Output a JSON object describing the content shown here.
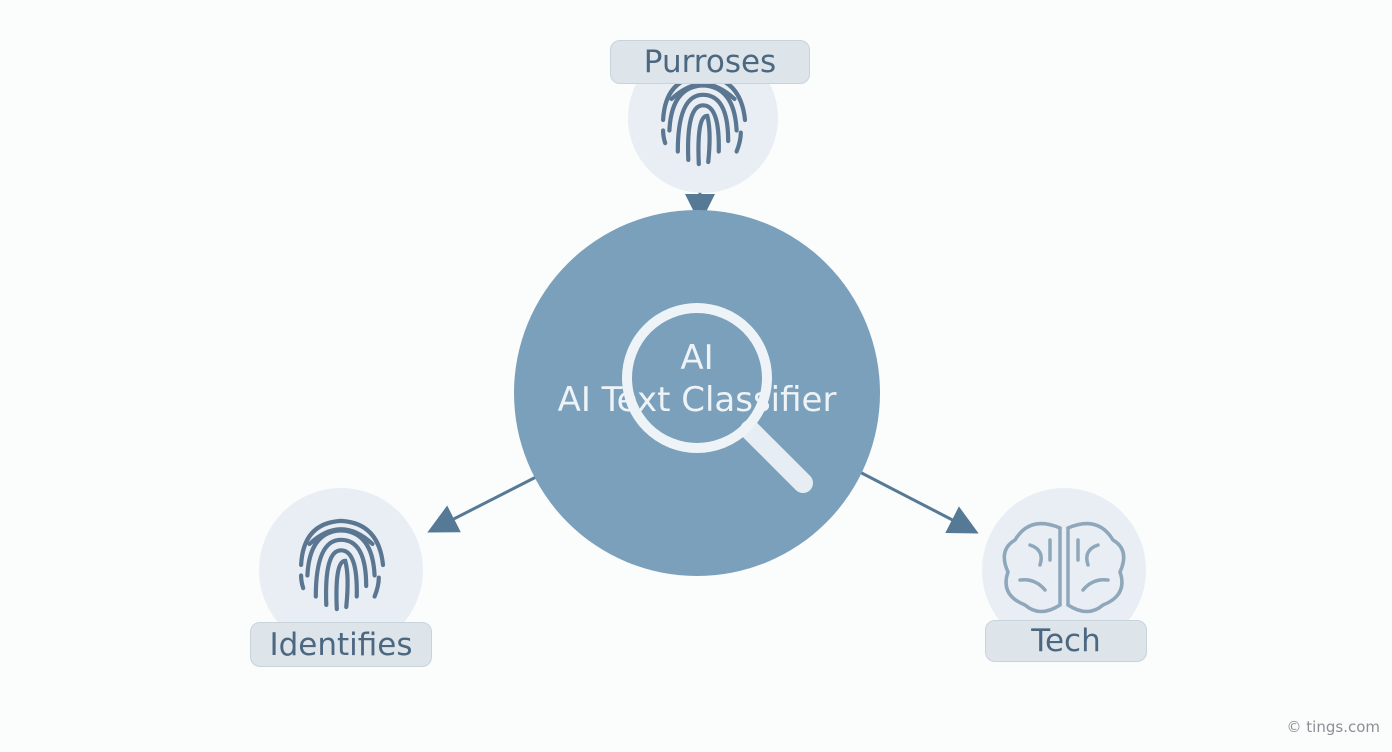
{
  "center": {
    "title_line1": "AI",
    "title_line2": "AI Text Classifier",
    "icon": "magnifier-icon"
  },
  "nodes": [
    {
      "label": "Purroses",
      "icon": "fingerprint-icon"
    },
    {
      "label": "Identifies",
      "icon": "fingerprint-icon"
    },
    {
      "label": "Tech",
      "icon": "brain-icon"
    }
  ],
  "credit": "© tings.com",
  "colors": {
    "center": "#7ba0bb",
    "arrow": "#567a96",
    "node_bg": "#e8eef4",
    "label_bg": "#dde4ea",
    "text": "#4c6880"
  }
}
